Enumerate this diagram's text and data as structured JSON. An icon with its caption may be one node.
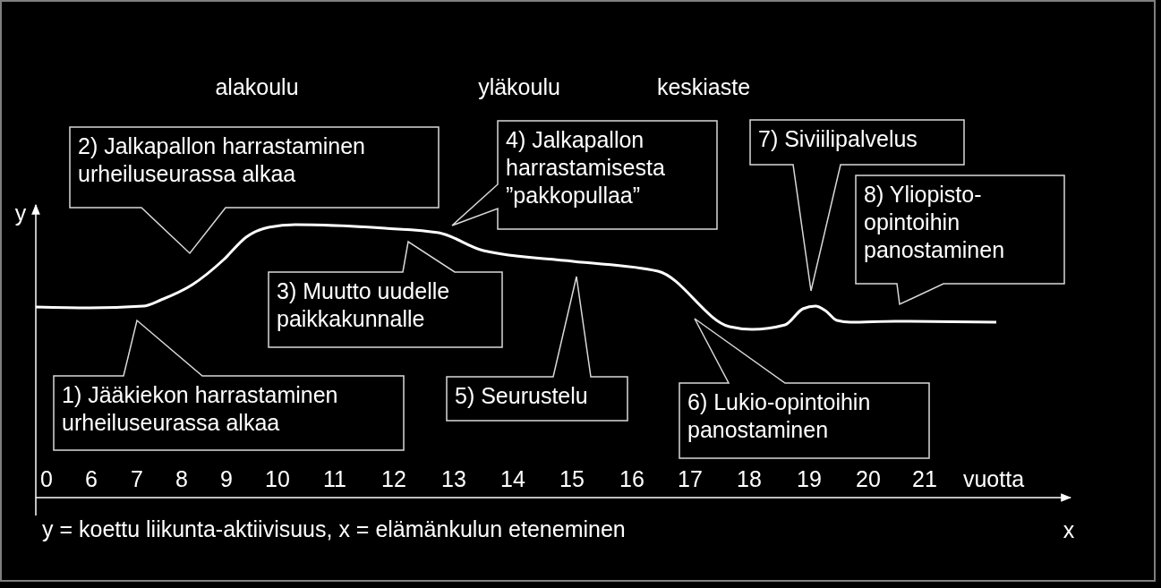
{
  "diagram": {
    "nodes": [
      {
        "text": [
          "1) Jääkiekon harrastaminen urheiluseurassa alkaa"
        ]
      },
      {
        "text": [
          "2) Jalkapallon harrastaminen urheiluseurassa alkaa"
        ]
      },
      {
        "text": [
          "3) Muutto uudelle paikkakunnalle"
        ]
      },
      {
        "text": [
          "4) Jalkapallon harrastamisesta ”pakkopullaa”"
        ]
      },
      {
        "text": [
          "5) Seurustelu"
        ]
      },
      {
        "text": [
          "6) Lukio-opintoihin panostaminen"
        ]
      },
      {
        "text": [
          "7) Siviilipalvelus"
        ]
      },
      {
        "text": [
          "8) Yliopisto-opintoihin panostaminen"
        ]
      }
    ],
    "labels": [
      "alakoulu",
      "yläkoulu",
      "keskiaste",
      "y",
      "0",
      "6",
      "7",
      "8",
      "9",
      "10",
      "11",
      "12",
      "13",
      "14",
      "15",
      "16",
      "17",
      "18",
      "19",
      "20",
      "21",
      "vuotta",
      "y = koettu liikunta-aktiivisuus, x = elämänkulun eteneminen",
      "x"
    ]
  }
}
